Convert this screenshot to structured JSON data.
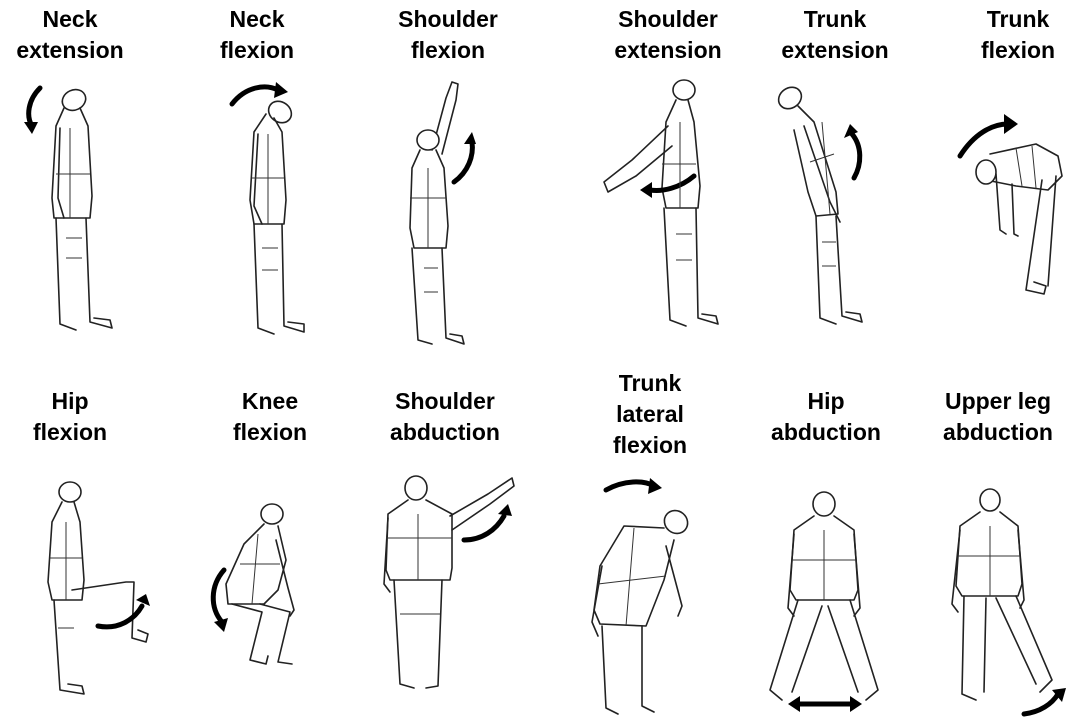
{
  "exercises": [
    {
      "line1": "Neck",
      "line2": "extension",
      "icon": "person-neck-extension-icon"
    },
    {
      "line1": "Neck",
      "line2": "flexion",
      "icon": "person-neck-flexion-icon"
    },
    {
      "line1": "Shoulder",
      "line2": "flexion",
      "icon": "person-shoulder-flexion-icon"
    },
    {
      "line1": "Shoulder",
      "line2": "extension",
      "icon": "person-shoulder-extension-icon"
    },
    {
      "line1": "Trunk",
      "line2": "extension",
      "icon": "person-trunk-extension-icon"
    },
    {
      "line1": "Trunk",
      "line2": "flexion",
      "icon": "person-trunk-flexion-icon"
    },
    {
      "line1": "Hip",
      "line2": "flexion",
      "icon": "person-hip-flexion-icon"
    },
    {
      "line1": "Knee",
      "line2": "flexion",
      "icon": "person-knee-flexion-icon"
    },
    {
      "line1": "Shoulder",
      "line2": "abduction",
      "icon": "person-shoulder-abduction-icon"
    },
    {
      "line1": "Trunk",
      "line2": "lateral",
      "line3": "flexion",
      "icon": "person-trunk-lateral-flexion-icon"
    },
    {
      "line1": "Hip",
      "line2": "abduction",
      "icon": "person-hip-abduction-icon"
    },
    {
      "line1": "Upper leg",
      "line2": "abduction",
      "icon": "person-upper-leg-abduction-icon"
    }
  ],
  "colors": {
    "ink": "#000000",
    "background": "#ffffff"
  }
}
